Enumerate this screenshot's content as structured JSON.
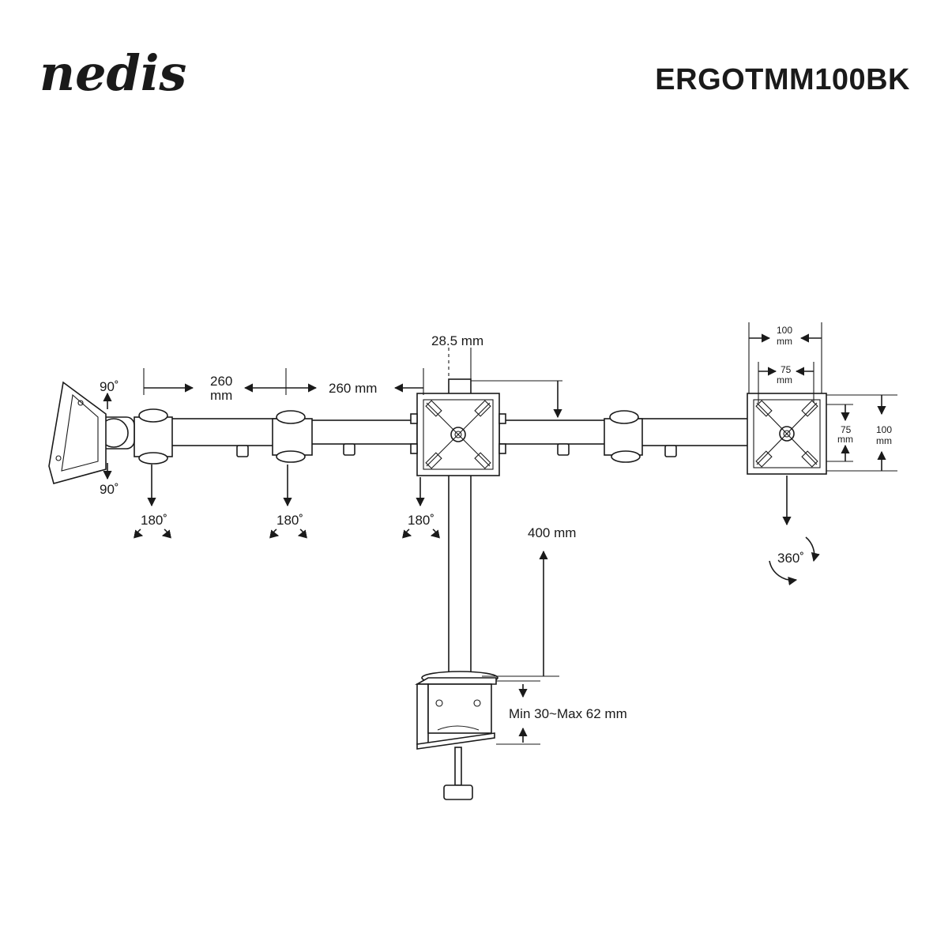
{
  "brand": {
    "logo_text": "nedis",
    "model": "ERGOTMM100BK"
  },
  "dimensions": {
    "pole_diameter": "28.5 mm",
    "arm_segment_1_line1": "260",
    "arm_segment_1_line2": "mm",
    "arm_segment_2": "260 mm",
    "pole_height": "400 mm",
    "clamp_range": "Min 30~Max 62 mm",
    "vesa_outer_top_line1": "100",
    "vesa_outer_top_line2": "mm",
    "vesa_inner_top_line1": "75",
    "vesa_inner_top_line2": "mm",
    "vesa_inner_side_line1": "75",
    "vesa_inner_side_line2": "mm",
    "vesa_outer_side_line1": "100",
    "vesa_outer_side_line2": "mm"
  },
  "rotations": {
    "tilt_up": "90˚",
    "tilt_down": "90˚",
    "swivel_1": "180˚",
    "swivel_2": "180˚",
    "swivel_3": "180˚",
    "rotate": "360˚"
  },
  "colors": {
    "ink": "#1a1a1a",
    "background": "#ffffff"
  }
}
